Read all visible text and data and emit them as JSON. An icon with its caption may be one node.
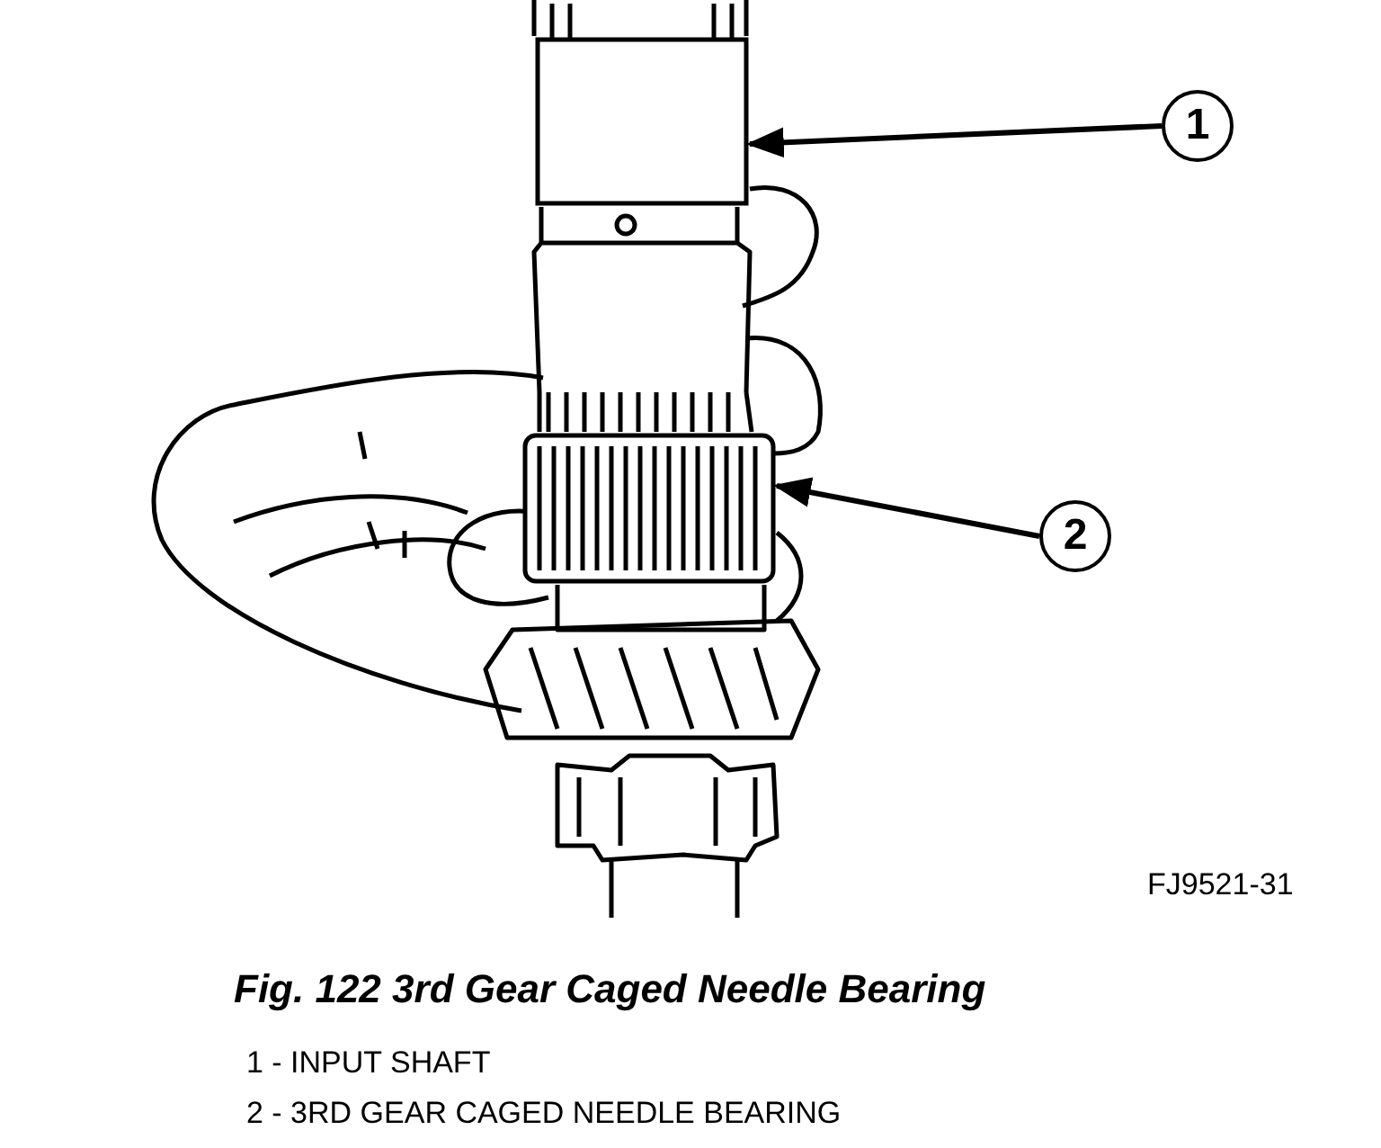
{
  "diagram": {
    "title": "Fig. 122 3rd Gear Caged Needle Bearing",
    "nodes": [
      {
        "text": [
          "1"
        ]
      },
      {
        "text": [
          "2"
        ]
      },
      {
        "text": [],
        "shape": "box"
      },
      {
        "text": [],
        "shape": "picture"
      }
    ],
    "edges": [
      {
        "from": 0,
        "to": 2,
        "arrow": "to"
      },
      {
        "from": 1,
        "to": 3,
        "arrow": "to"
      }
    ],
    "labels": [
      "FJ9521-31",
      "1 - INPUT SHAFT",
      "2 - 3RD GEAR CAGED NEEDLE BEARING"
    ]
  }
}
